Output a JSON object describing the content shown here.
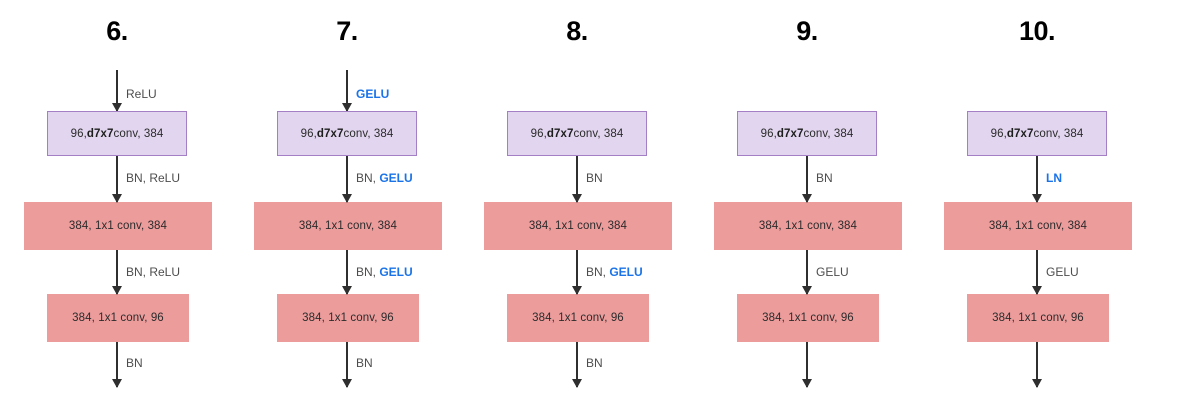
{
  "figure": {
    "type": "neural-network-block-diagram",
    "background": "#ffffff",
    "colors": {
      "purple_fill": "#e2d5ef",
      "purple_border": "#a47fc6",
      "red_fill": "#ed9c9c",
      "arrow": "#2f2f2f",
      "label_gray": "#4d4d4d",
      "label_blue": "#1a73e8",
      "header_black": "#000000"
    }
  },
  "columns": [
    {
      "header": "6.",
      "top_arrow": {
        "visible": true,
        "label_plain": "ReLU",
        "label_gray": "ReLU",
        "label_blue": ""
      },
      "blocks": [
        {
          "kind": "purple",
          "prefix": "96, ",
          "bold": "d7x7",
          "suffix": " conv, 384",
          "text": "96, d7x7 conv, 384"
        },
        {
          "kind": "red-wide",
          "prefix": "384, 1x1 conv, 384",
          "bold": "",
          "suffix": "",
          "text": "384, 1x1 conv, 384"
        },
        {
          "kind": "red-narrow",
          "prefix": "384, 1x1 conv, 96",
          "bold": "",
          "suffix": "",
          "text": "384, 1x1 conv, 96"
        }
      ],
      "edges": [
        {
          "id": "a",
          "label_gray": "BN, ReLU",
          "label_blue": "",
          "text": "BN, ReLU"
        },
        {
          "id": "b",
          "label_gray": "BN, ReLU",
          "label_blue": "",
          "text": "BN, ReLU"
        },
        {
          "id": "bottom",
          "label_gray": "BN",
          "label_blue": "",
          "text": "BN"
        }
      ]
    },
    {
      "header": "7.",
      "top_arrow": {
        "visible": true,
        "label_plain": "GELU",
        "label_gray": "",
        "label_blue": "GELU"
      },
      "blocks": [
        {
          "kind": "purple",
          "prefix": "96, ",
          "bold": "d7x7",
          "suffix": " conv, 384",
          "text": "96, d7x7 conv, 384"
        },
        {
          "kind": "red-wide",
          "prefix": "384, 1x1 conv, 384",
          "bold": "",
          "suffix": "",
          "text": "384, 1x1 conv, 384"
        },
        {
          "kind": "red-narrow",
          "prefix": "384, 1x1 conv, 96",
          "bold": "",
          "suffix": "",
          "text": "384, 1x1 conv, 96"
        }
      ],
      "edges": [
        {
          "id": "a",
          "label_gray": "BN, ",
          "label_blue": "GELU",
          "text": "BN, GELU"
        },
        {
          "id": "b",
          "label_gray": "BN, ",
          "label_blue": "GELU",
          "text": "BN, GELU"
        },
        {
          "id": "bottom",
          "label_gray": "BN",
          "label_blue": "",
          "text": "BN"
        }
      ]
    },
    {
      "header": "8.",
      "top_arrow": {
        "visible": false,
        "label_plain": "",
        "label_gray": "",
        "label_blue": ""
      },
      "blocks": [
        {
          "kind": "purple",
          "prefix": "96, ",
          "bold": "d7x7",
          "suffix": " conv, 384",
          "text": "96, d7x7 conv, 384"
        },
        {
          "kind": "red-wide",
          "prefix": "384, 1x1 conv, 384",
          "bold": "",
          "suffix": "",
          "text": "384, 1x1 conv, 384"
        },
        {
          "kind": "red-narrow",
          "prefix": "384, 1x1 conv, 96",
          "bold": "",
          "suffix": "",
          "text": "384, 1x1 conv, 96"
        }
      ],
      "edges": [
        {
          "id": "a",
          "label_gray": "BN",
          "label_blue": "",
          "text": "BN"
        },
        {
          "id": "b",
          "label_gray": "BN, ",
          "label_blue": "GELU",
          "text": "BN, GELU"
        },
        {
          "id": "bottom",
          "label_gray": "BN",
          "label_blue": "",
          "text": "BN"
        }
      ]
    },
    {
      "header": "9.",
      "top_arrow": {
        "visible": false,
        "label_plain": "",
        "label_gray": "",
        "label_blue": ""
      },
      "blocks": [
        {
          "kind": "purple",
          "prefix": "96, ",
          "bold": "d7x7",
          "suffix": " conv, 384",
          "text": "96, d7x7 conv, 384"
        },
        {
          "kind": "red-wide",
          "prefix": "384, 1x1 conv, 384",
          "bold": "",
          "suffix": "",
          "text": "384, 1x1 conv, 384"
        },
        {
          "kind": "red-narrow",
          "prefix": "384, 1x1 conv, 96",
          "bold": "",
          "suffix": "",
          "text": "384, 1x1 conv, 96"
        }
      ],
      "edges": [
        {
          "id": "a",
          "label_gray": "BN",
          "label_blue": "",
          "text": "BN"
        },
        {
          "id": "b",
          "label_gray": "GELU",
          "label_blue": "",
          "text": "GELU"
        },
        {
          "id": "bottom",
          "label_gray": "",
          "label_blue": "",
          "text": ""
        }
      ]
    },
    {
      "header": "10.",
      "top_arrow": {
        "visible": false,
        "label_plain": "",
        "label_gray": "",
        "label_blue": ""
      },
      "blocks": [
        {
          "kind": "purple",
          "prefix": "96, ",
          "bold": "d7x7",
          "suffix": " conv, 384",
          "text": "96, d7x7 conv, 384"
        },
        {
          "kind": "red-wide",
          "prefix": "384, 1x1 conv, 384",
          "bold": "",
          "suffix": "",
          "text": "384, 1x1 conv, 384"
        },
        {
          "kind": "red-narrow",
          "prefix": "384, 1x1 conv, 96",
          "bold": "",
          "suffix": "",
          "text": "384, 1x1 conv, 96"
        }
      ],
      "edges": [
        {
          "id": "a",
          "label_gray": "",
          "label_blue": "LN",
          "text": "LN"
        },
        {
          "id": "b",
          "label_gray": "GELU",
          "label_blue": "",
          "text": "GELU"
        },
        {
          "id": "bottom",
          "label_gray": "",
          "label_blue": "",
          "text": ""
        }
      ]
    }
  ]
}
